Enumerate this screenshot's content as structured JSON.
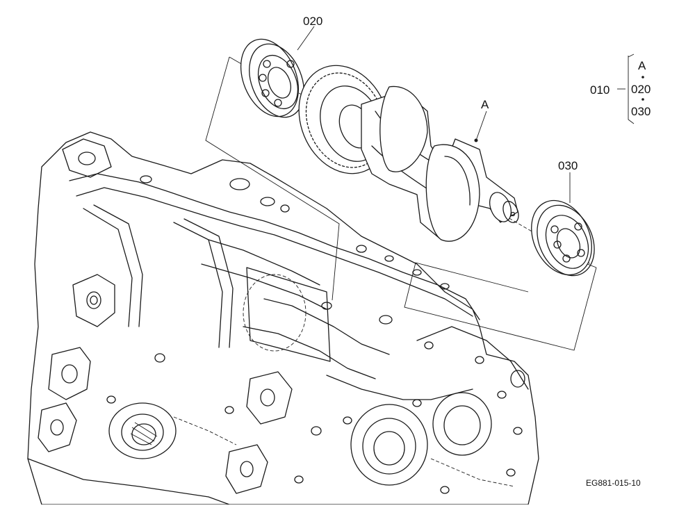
{
  "callouts": {
    "bearing_front": "020",
    "bearing_rear": "030",
    "balancer_shaft": "A"
  },
  "legend": {
    "assembly": "010",
    "item_a": "A",
    "item_b": "020",
    "item_c": "030"
  },
  "drawing_code": "EG881-015-10",
  "colors": {
    "line": "#1a1a1a",
    "background": "#ffffff"
  }
}
